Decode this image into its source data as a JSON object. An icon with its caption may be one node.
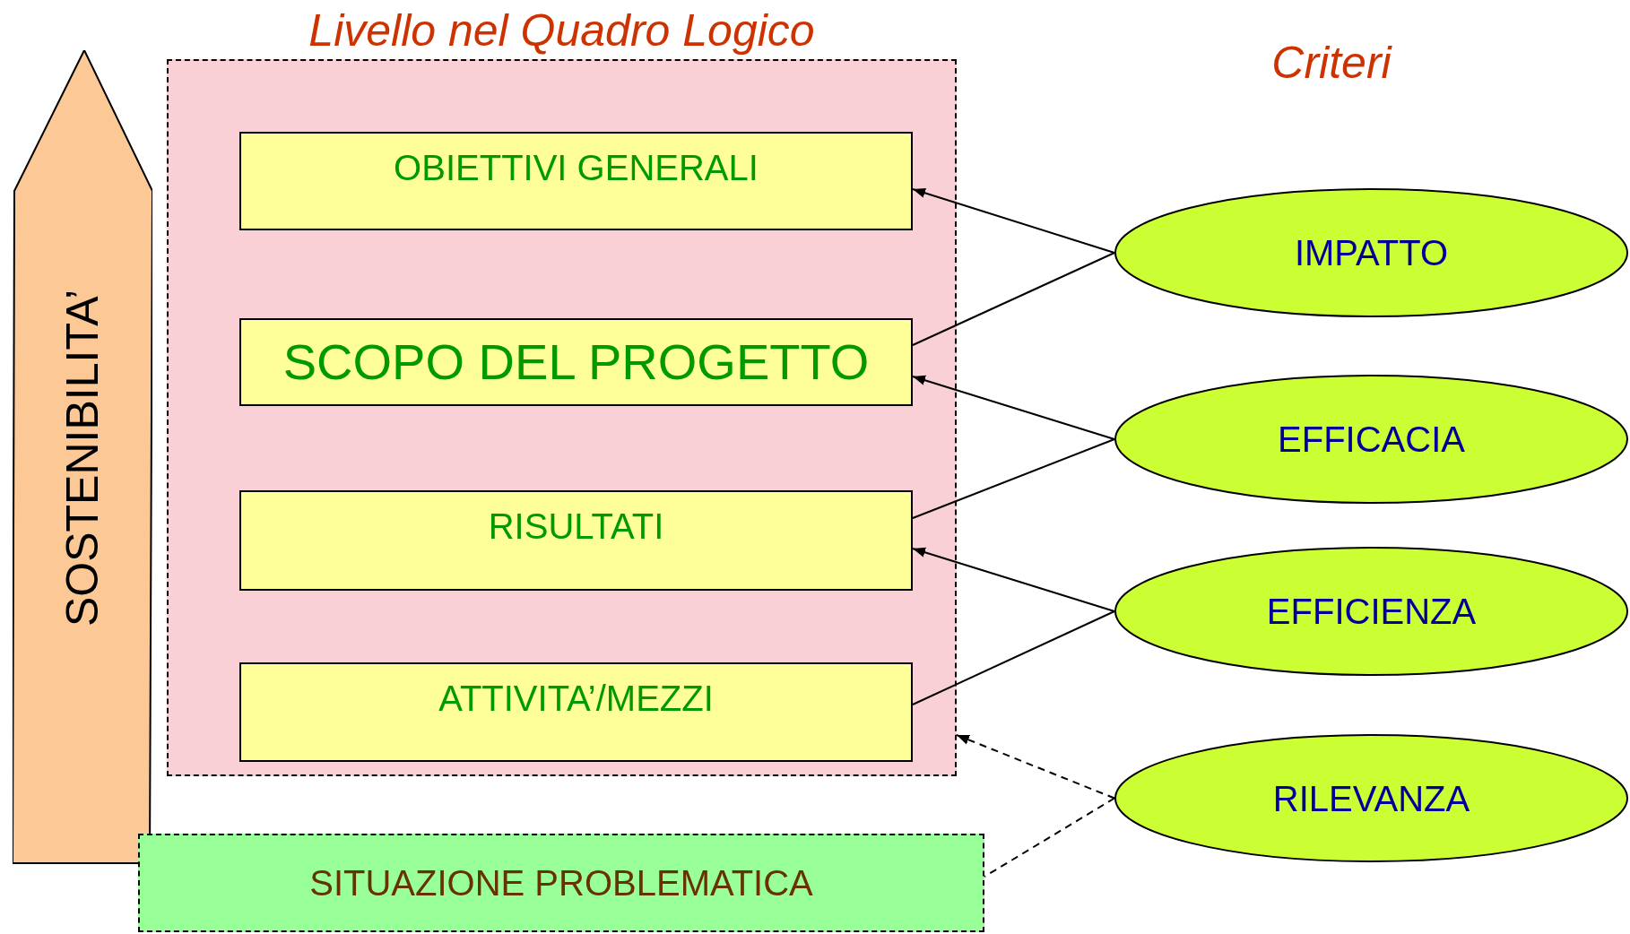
{
  "diagram": {
    "nodes": [
      {
        "text": [
          "Livello nel Quadro Logico"
        ]
      },
      {
        "text": [
          "OBIETTIVI GENERALI"
        ],
        "in": 0
      },
      {
        "text": [
          "SCOPO DEL PROGETTO"
        ],
        "in": 0
      },
      {
        "text": [
          "RISULTATI"
        ],
        "in": 0
      },
      {
        "text": [
          "ATTIVITA’/MEZZI"
        ],
        "in": 0
      },
      {
        "text": [
          "SOSTENIBILITA’"
        ]
      },
      {
        "text": [
          "SITUAZIONE PROBLEMATICA"
        ]
      },
      {
        "text": [
          "IMPATTO"
        ]
      },
      {
        "text": [
          "EFFICACIA"
        ]
      },
      {
        "text": [
          "EFFICIENZA"
        ]
      },
      {
        "text": [
          "RILEVANZA"
        ]
      }
    ],
    "edges": [
      {
        "from": 7,
        "to": 1,
        "arrow": "to"
      },
      {
        "from": 7,
        "to": 2,
        "arrow": "none"
      },
      {
        "from": 8,
        "to": 2,
        "arrow": "to"
      },
      {
        "from": 8,
        "to": 3,
        "arrow": "none"
      },
      {
        "from": 9,
        "to": 3,
        "arrow": "to"
      },
      {
        "from": 9,
        "to": 4,
        "arrow": "none"
      },
      {
        "from": 10,
        "to": 0,
        "arrow": "to",
        "style": "dashed"
      },
      {
        "from": 10,
        "to": 6,
        "arrow": "none",
        "style": "dashed"
      }
    ],
    "labels": [
      "Criteri"
    ]
  }
}
